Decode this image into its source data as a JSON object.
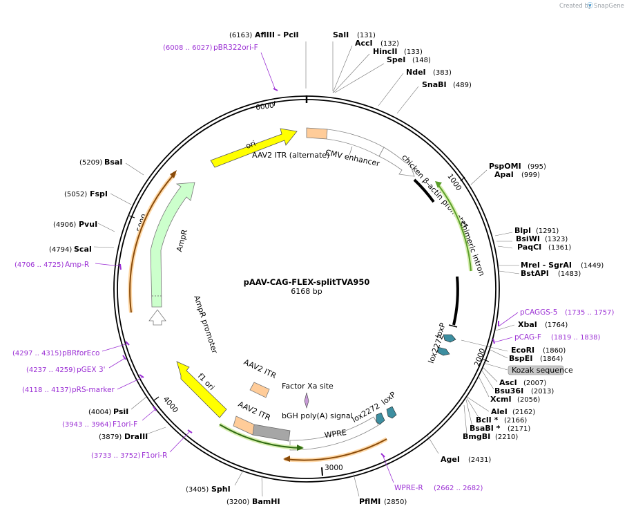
{
  "plasmid": {
    "name": "pAAV-CAG-FLEX-splitTVA950",
    "size": "6168 bp"
  },
  "branding": {
    "created_by": "Created by",
    "app": "SnapGene"
  },
  "ticks": [
    "1000",
    "2000",
    "3000",
    "4000",
    "5000",
    "6000"
  ],
  "sites": [
    {
      "name": "AflIII  - PciI",
      "pos": "(6163)"
    },
    {
      "name": "SalI",
      "pos": "(131)"
    },
    {
      "name": "AccI",
      "pos": "(132)"
    },
    {
      "name": "HincII",
      "pos": "(133)"
    },
    {
      "name": "SpeI",
      "pos": "(148)"
    },
    {
      "name": "NdeI",
      "pos": "(383)"
    },
    {
      "name": "SnaBI",
      "pos": "(489)"
    },
    {
      "name": "PspOMI",
      "pos": "(995)"
    },
    {
      "name": "ApaI",
      "pos": "(999)"
    },
    {
      "name": "BlpI",
      "pos": "(1291)"
    },
    {
      "name": "BsiWI",
      "pos": "(1323)"
    },
    {
      "name": "PaqCI",
      "pos": "(1361)"
    },
    {
      "name": "MreI  - SgrAI",
      "pos": "(1449)"
    },
    {
      "name": "BstAPI",
      "pos": "(1483)"
    },
    {
      "name": "XbaI",
      "pos": "(1764)"
    },
    {
      "name": "EcoRI",
      "pos": "(1860)"
    },
    {
      "name": "BspEI",
      "pos": "(1864)"
    },
    {
      "name": "AscI",
      "pos": "(2007)"
    },
    {
      "name": "Bsu36I",
      "pos": "(2013)"
    },
    {
      "name": "XcmI",
      "pos": "(2056)"
    },
    {
      "name": "AleI",
      "pos": "(2162)"
    },
    {
      "name": "BclI *",
      "pos": "(2166)"
    },
    {
      "name": "BsaBI *",
      "pos": "(2171)"
    },
    {
      "name": "BmgBI",
      "pos": "(2210)"
    },
    {
      "name": "AgeI",
      "pos": "(2431)"
    },
    {
      "name": "PflMI",
      "pos": "(2850)"
    },
    {
      "name": "BamHI",
      "pos": "(3200)"
    },
    {
      "name": "SphI",
      "pos": "(3405)"
    },
    {
      "name": "DraIII",
      "pos": "(3879)"
    },
    {
      "name": "PsiI",
      "pos": "(4004)"
    },
    {
      "name": "ScaI",
      "pos": "(4794)"
    },
    {
      "name": "PvuI",
      "pos": "(4906)"
    },
    {
      "name": "FspI",
      "pos": "(5052)"
    },
    {
      "name": "BsaI",
      "pos": "(5209)"
    }
  ],
  "primers": [
    {
      "name": "pBR322ori-F",
      "range": "(6008 .. 6027)"
    },
    {
      "name": "pCAGGS-5",
      "range": "(1735 .. 1757)"
    },
    {
      "name": "pCAG-F",
      "range": "(1819 .. 1838)"
    },
    {
      "name": "WPRE-R",
      "range": "(2662 .. 2682)"
    },
    {
      "name": "F1ori-R",
      "range": "(3733 .. 3752)"
    },
    {
      "name": "F1ori-F",
      "range": "(3943 .. 3964)"
    },
    {
      "name": "pRS-marker",
      "range": "(4118 .. 4137)"
    },
    {
      "name": "pGEX 3'",
      "range": "(4237 .. 4259)"
    },
    {
      "name": "pBRforEco",
      "range": "(4297 .. 4315)"
    },
    {
      "name": "Amp-R",
      "range": "(4706 .. 4725)"
    }
  ],
  "features": {
    "ori": "ori",
    "aav2_itr_alt": "AAV2 ITR (alternate)",
    "cmv_enhancer": "CMV enhancer",
    "cba_promoter": "chicken β-actin promoter",
    "chimeric_intron": "chimeric intron",
    "loxp_a": "loxP",
    "lox2272_a": "lox2272",
    "kozak": "Kozak sequence",
    "lox2272_b": "lox2272",
    "loxp_b": "loxP",
    "wpre": "WPRE",
    "bgh": "bGH poly(A) signal",
    "factor_xa": "Factor Xa site",
    "aav2_itr_1": "AAV2 ITR",
    "aav2_itr_2": "AAV2 ITR",
    "f1_ori": "f1 ori",
    "ampr": "AmpR",
    "ampr_promoter": "AmpR promoter"
  },
  "colors": {
    "primer": "#9b30d4",
    "ori": "#ffff00",
    "ampr": "#ccffcc",
    "itr": "#ffcc99",
    "lox": "#3d8ea0",
    "gray": "#a6a6a6",
    "green_orf": "#7fbf3f",
    "orange_orf": "#f2a33a"
  }
}
